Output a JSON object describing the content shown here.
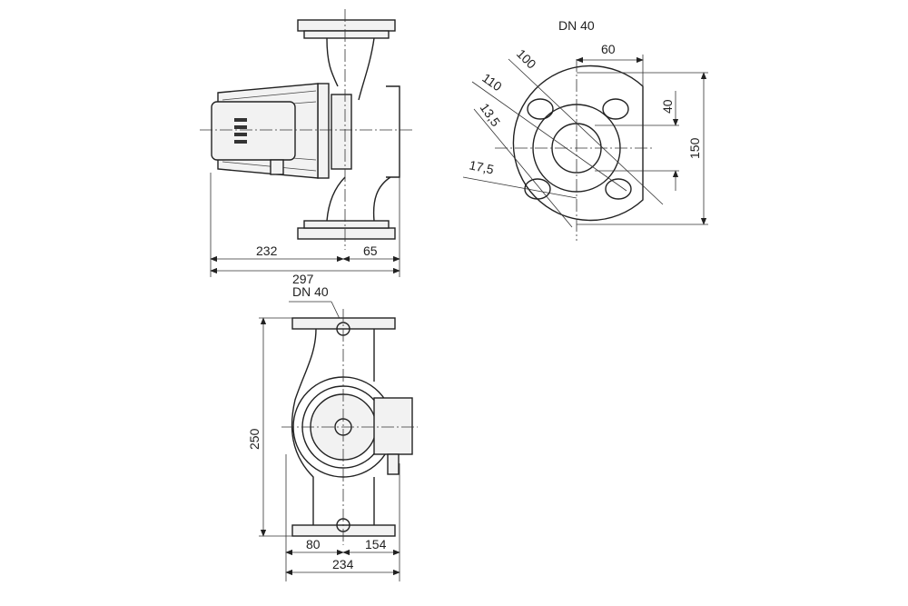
{
  "side_view": {
    "dim_motor": "232",
    "dim_body": "65",
    "dim_total": "297"
  },
  "flange_view": {
    "title": "DN 40",
    "dim_60": "60",
    "dim_100": "100",
    "dim_110": "110",
    "dim_13_5": "13,5",
    "dim_40": "40",
    "dim_150": "150",
    "dim_17_5": "17,5"
  },
  "front_view": {
    "label": "DN 40",
    "dim_height": "250",
    "dim_left": "80",
    "dim_right": "154",
    "dim_width": "234"
  }
}
